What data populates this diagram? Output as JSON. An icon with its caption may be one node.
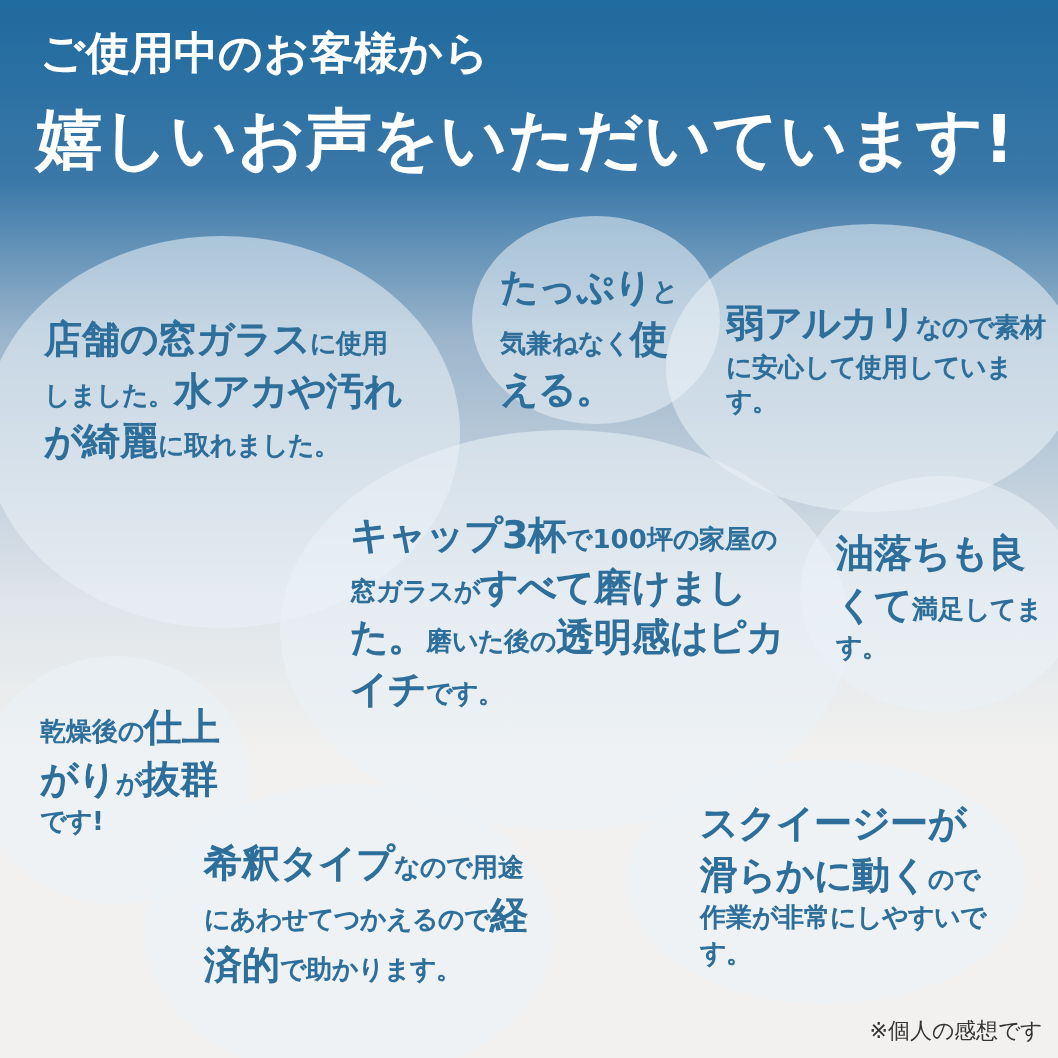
{
  "diagram": {
    "title": "嬉しいお声をいただいています!",
    "nodes": [
      {
        "text": [
          "**店舗の窓ガラス**に使用しました。**水アカや汚れが綺麗**に取れました。"
        ]
      },
      {
        "text": [
          "**たっぷり**と気兼ねなく**使える。**"
        ]
      },
      {
        "text": [
          "**弱アルカリ**なので素材に安心して使用しています。"
        ]
      },
      {
        "text": [
          "**キャップ3杯**で100坪の家屋の窓ガラスが**すべて磨けました。**磨いた後の**透明感はピカイチ**です。"
        ]
      },
      {
        "text": [
          "**油落ちも良くて**満足してます。"
        ]
      },
      {
        "text": [
          "乾燥後の**仕上がり**が**抜群**です!"
        ]
      },
      {
        "text": [
          "**希釈タイプ**なので用途にあわせてつかえるので**経済的**で助かります。"
        ]
      },
      {
        "text": [
          "**スクイージーが滑らかに動く**ので作業が非常にしやすいです。"
        ]
      }
    ],
    "labels": [
      "ご使用中のお客様から",
      "※個人の感想です"
    ]
  }
}
